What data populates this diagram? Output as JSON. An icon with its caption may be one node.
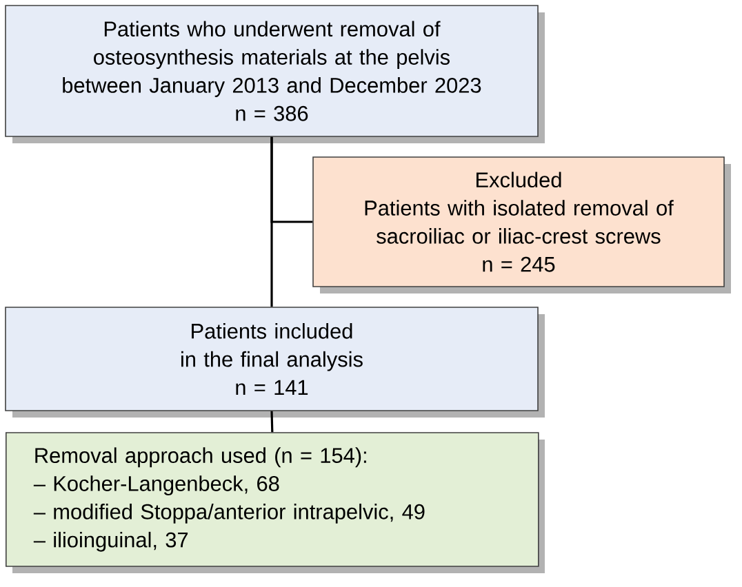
{
  "diagram": {
    "nodes": [
      {
        "text": [
          "Patients who underwent removal of osteosynthesis materials at the pelvis between January 2013 and December 2023",
          "n = 386"
        ]
      },
      {
        "text": [
          "Excluded",
          "Patients with isolated removal of sacroiliac or iliac-crest screws",
          "n = 245"
        ]
      },
      {
        "text": [
          "Patients included in the final analysis",
          "n = 141"
        ]
      },
      {
        "text": [
          "Removal approach used (n = 154):",
          "– Kocher-Langenbeck, 68",
          "– modified Stoppa/anterior intrapelvic, 49",
          "– ilioinguinal, 37"
        ]
      }
    ],
    "edges": [
      {
        "from": 0,
        "to": 2,
        "arrow": "none"
      },
      {
        "from": 0,
        "to": 1,
        "arrow": "none"
      },
      {
        "from": 2,
        "to": 3,
        "arrow": "none"
      }
    ]
  }
}
